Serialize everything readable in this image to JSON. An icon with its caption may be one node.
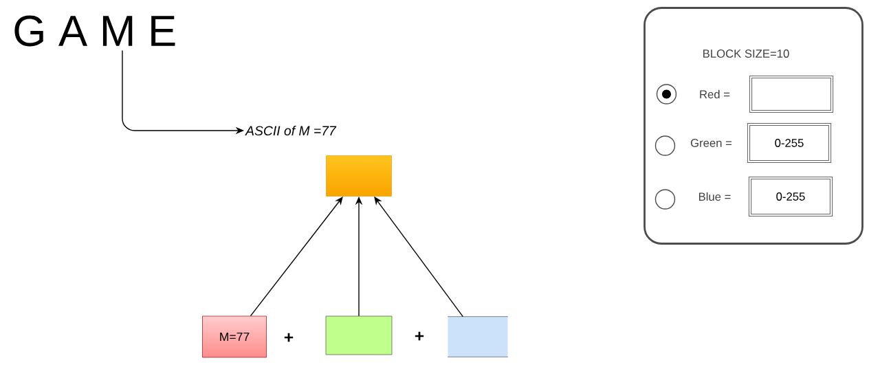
{
  "diagram": {
    "nodes": [
      {
        "text": [
          "G A M E"
        ]
      },
      {
        "text": [
          "ASCII of M =77"
        ]
      },
      {
        "text": [],
        "shape": "box"
      },
      {
        "text": [
          "M=77"
        ]
      },
      {
        "text": [],
        "shape": "box"
      },
      {
        "text": [],
        "shape": "box"
      },
      {
        "text": [
          "BLOCK SIZE=10"
        ]
      },
      {
        "text": [],
        "shape": "box",
        "in": 6,
        "beside": [
          "Red ="
        ]
      },
      {
        "text": [
          "0-255"
        ],
        "in": 6,
        "beside": [
          "Green ="
        ]
      },
      {
        "text": [
          "0-255"
        ],
        "in": 6,
        "beside": [
          "Blue ="
        ]
      }
    ],
    "edges": [
      {
        "from": 0,
        "to": 1,
        "arrow": "to"
      },
      {
        "from": 3,
        "to": 2,
        "arrow": "to"
      },
      {
        "from": 4,
        "to": 2,
        "arrow": "to"
      },
      {
        "from": 5,
        "to": 2,
        "arrow": "to"
      }
    ],
    "labels": [
      "+",
      "+"
    ]
  }
}
